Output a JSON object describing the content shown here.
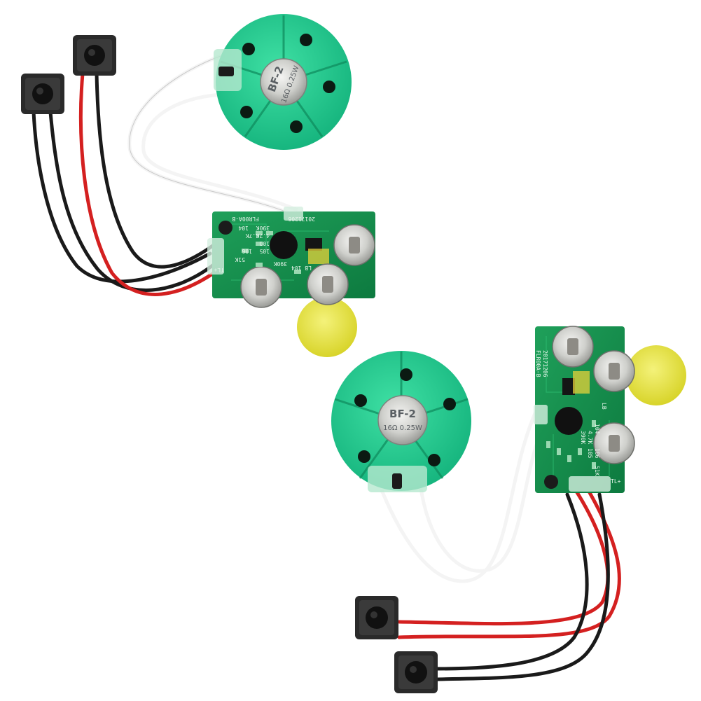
{
  "product_photo": {
    "modules": [
      {
        "speaker": {
          "model": "BF-2",
          "rating": "16Ω 0.25W"
        },
        "board": {
          "code": "FLR00A-B",
          "date": "20171206"
        },
        "silkscreen": [
          "390K",
          "4.7K",
          "104",
          "10Ω",
          "105",
          "106",
          "51K",
          "4.7K",
          "390K",
          "LB 104",
          "TL+"
        ]
      },
      {
        "speaker": {
          "model": "BF-2",
          "rating": "16Ω 0.25W"
        },
        "board": {
          "code": "FLR00A-B",
          "date": "20171206"
        },
        "silkscreen": [
          "390K",
          "4.7K",
          "105",
          "106",
          "51K",
          "104",
          "LB",
          "TL+"
        ]
      }
    ]
  }
}
